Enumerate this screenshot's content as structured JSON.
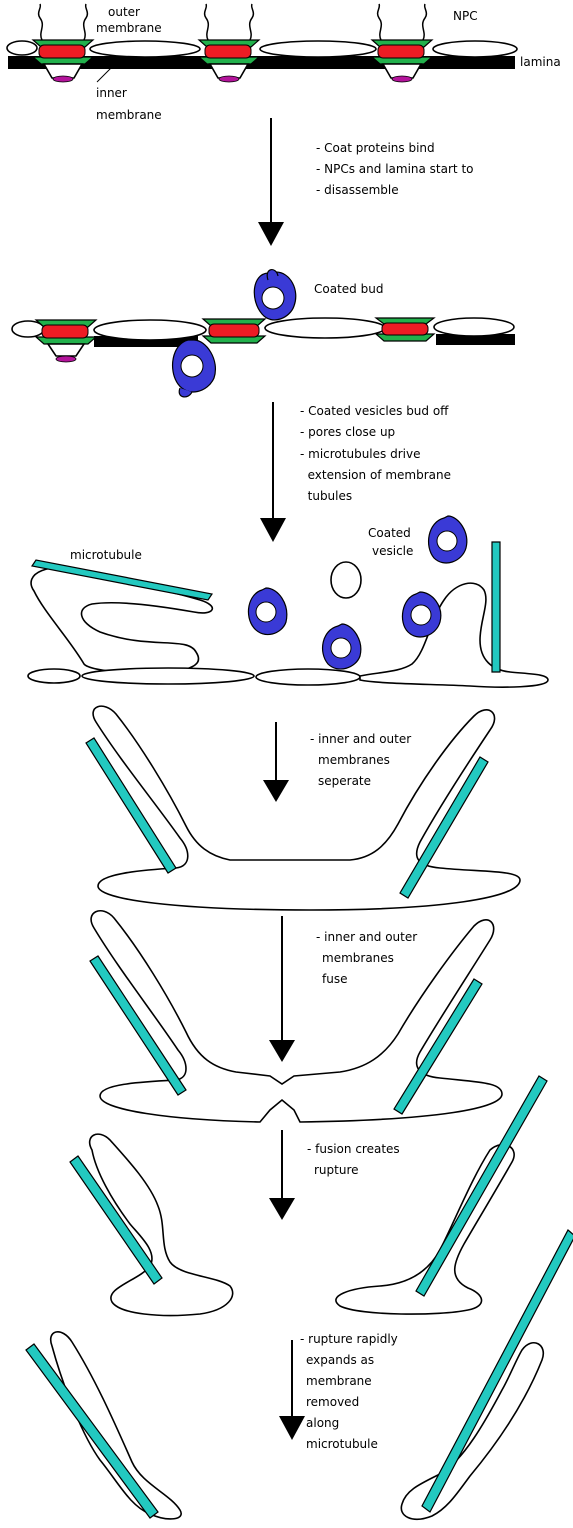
{
  "labels": {
    "outer_membrane": [
      "outer",
      "membrane"
    ],
    "inner_membrane": [
      "inner",
      "membrane"
    ],
    "npc": "NPC",
    "lamina": "lamina",
    "coated_bud": "Coated bud",
    "microtubule": "microtubule",
    "coated_vesicle": [
      "Coated",
      "vesicle"
    ]
  },
  "steps": [
    {
      "lines": [
        "- Coat proteins bind",
        "- NPCs and lamina start to",
        "- disassemble"
      ]
    },
    {
      "lines": [
        "- Coated vesicles bud off",
        "- pores close up",
        "- microtubules drive",
        "  extension of membrane",
        "  tubules"
      ]
    },
    {
      "lines": [
        "- inner and outer",
        "membranes",
        "seperate"
      ]
    },
    {
      "lines": [
        "- inner and outer",
        "membranes",
        "fuse"
      ]
    },
    {
      "lines": [
        "- fusion creates",
        "rupture"
      ]
    },
    {
      "lines": [
        "- rupture rapidly",
        "expands as",
        "membrane",
        "removed",
        "along",
        "microtubule"
      ]
    }
  ],
  "colors": {
    "npc_ring": "#22b14c",
    "npc_core": "#ed1c24",
    "npc_basket": "#b4149b",
    "coat": "#3a3ad6",
    "microtubule": "#23c9c0",
    "lamina": "#000000"
  }
}
